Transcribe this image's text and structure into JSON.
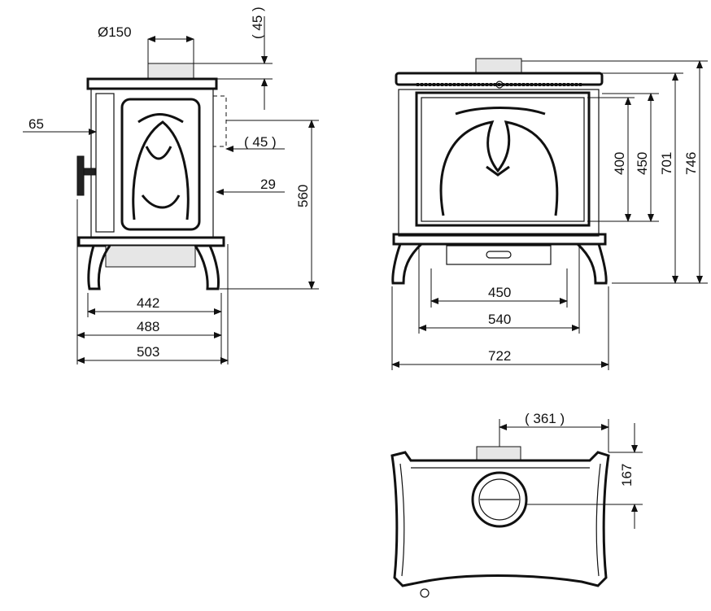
{
  "side_view": {
    "flue_diameter": "Ø150",
    "flue_offset_top": "( 45 )",
    "handle_offset": "65",
    "rear_offset": "( 45 )",
    "rear_flue_center": "29",
    "rear_flue_height": "560",
    "width_legs": "442",
    "width_body": "488",
    "width_total": "503"
  },
  "front_view": {
    "glass_height": "400",
    "door_height": "450",
    "body_height": "701",
    "total_height": "746",
    "glass_width": "450",
    "door_width": "540",
    "total_width": "722"
  },
  "top_view": {
    "flue_offset_side": "( 361 )",
    "flue_offset_back": "167"
  }
}
